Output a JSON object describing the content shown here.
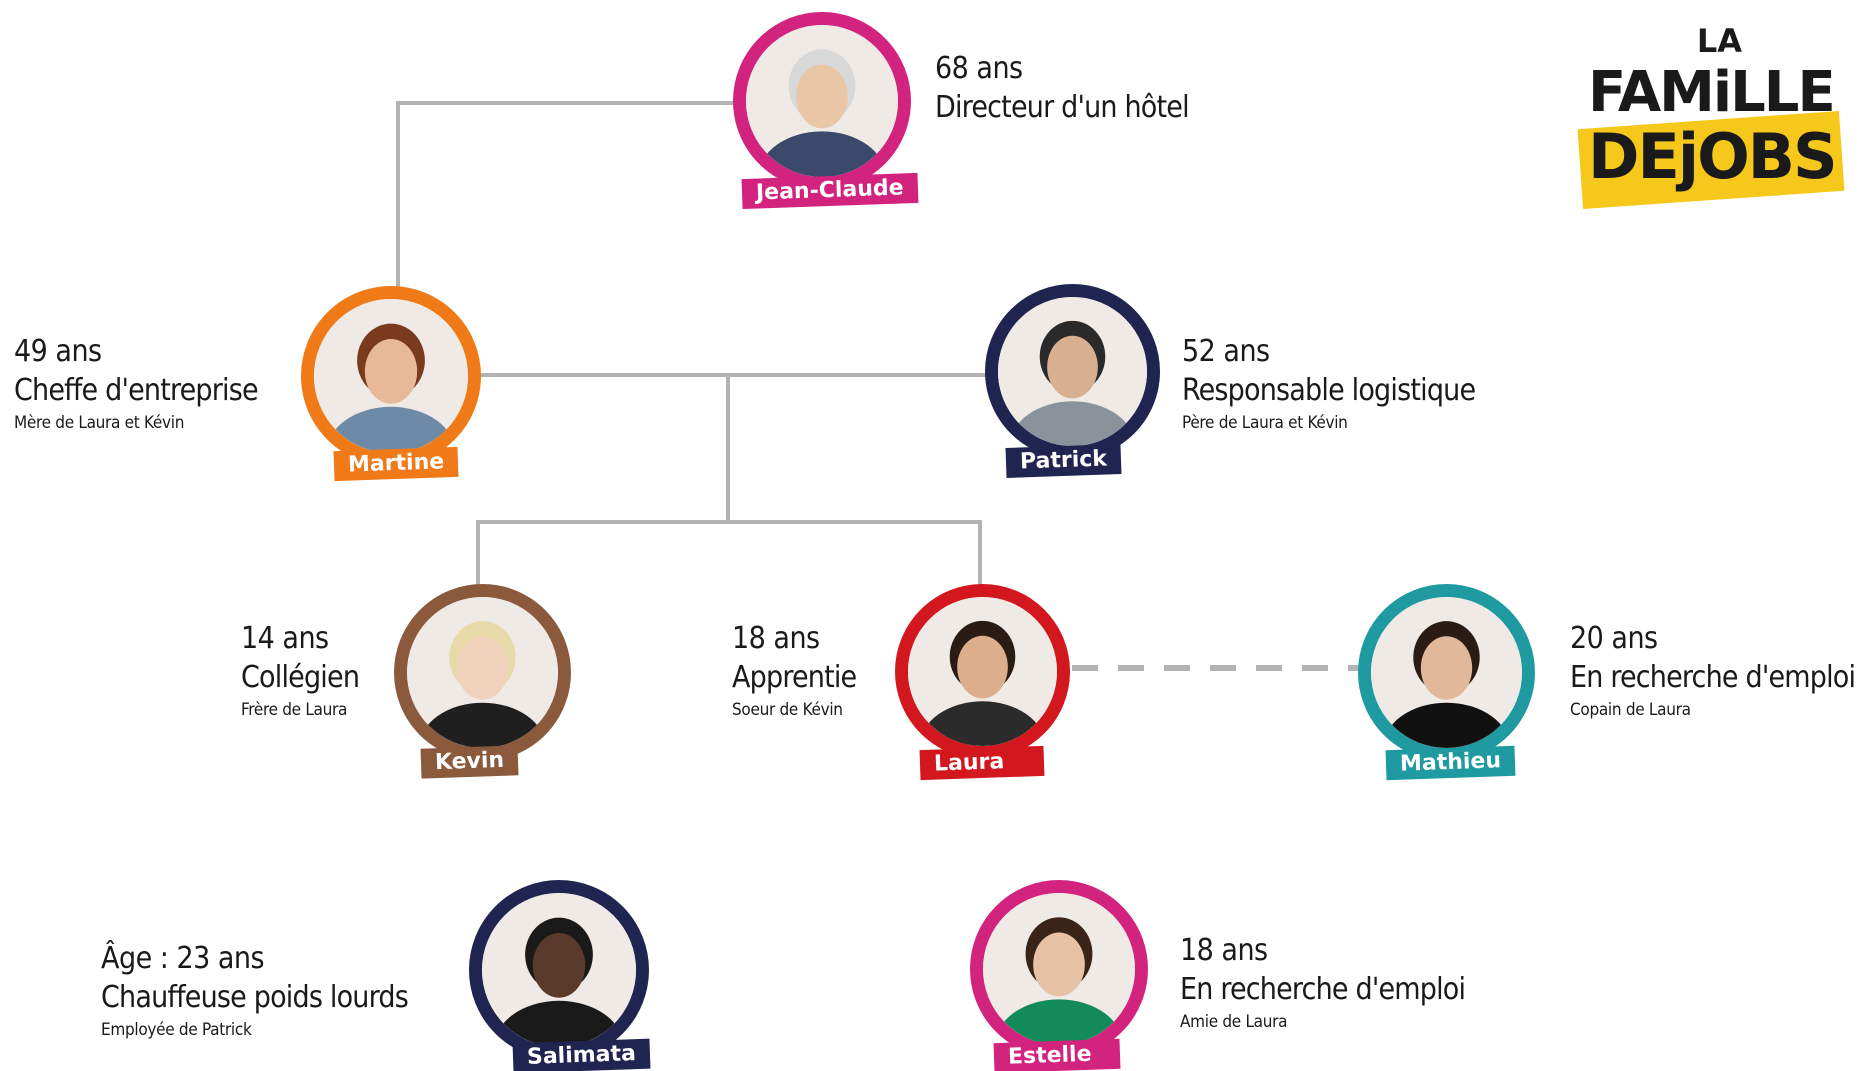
{
  "logo": {
    "line1": "LA",
    "line2": "FAMiLLE",
    "line3": "DEjOBS",
    "band_color": "#f7c81c"
  },
  "connector_color": "#b3b3b3",
  "people": [
    {
      "id": "jean-claude",
      "name": "Jean-Claude",
      "age": "68 ans",
      "role": "Directeur d'un hôtel",
      "relation": "",
      "color": "#d2237f"
    },
    {
      "id": "martine",
      "name": "Martine",
      "age": "49 ans",
      "role": "Cheffe d'entreprise",
      "relation": "Mère de Laura et Kévin",
      "color": "#f07a17"
    },
    {
      "id": "patrick",
      "name": "Patrick",
      "age": "52 ans",
      "role": "Responsable logistique",
      "relation": "Père de Laura et Kévin",
      "color": "#1f2550"
    },
    {
      "id": "kevin",
      "name": "Kevin",
      "age": "14 ans",
      "role": "Collégien",
      "relation": "Frère de Laura",
      "color": "#8b5a3c"
    },
    {
      "id": "laura",
      "name": "Laura",
      "age": "18 ans",
      "role": "Apprentie",
      "relation": "Soeur de Kévin",
      "color": "#d3171e"
    },
    {
      "id": "mathieu",
      "name": "Mathieu",
      "age": "20 ans",
      "role": "En recherche d'emploi",
      "relation": "Copain de Laura",
      "color": "#1f9aa0"
    },
    {
      "id": "salimata",
      "name": "Salimata",
      "age": "Âge : 23 ans",
      "role": "Chauffeuse poids lourds",
      "relation": "Employée de Patrick",
      "color": "#1f2550"
    },
    {
      "id": "estelle",
      "name": "Estelle",
      "age": "18 ans",
      "role": "En recherche d'emploi",
      "relation": "Amie de Laura",
      "color": "#d2237f"
    }
  ]
}
